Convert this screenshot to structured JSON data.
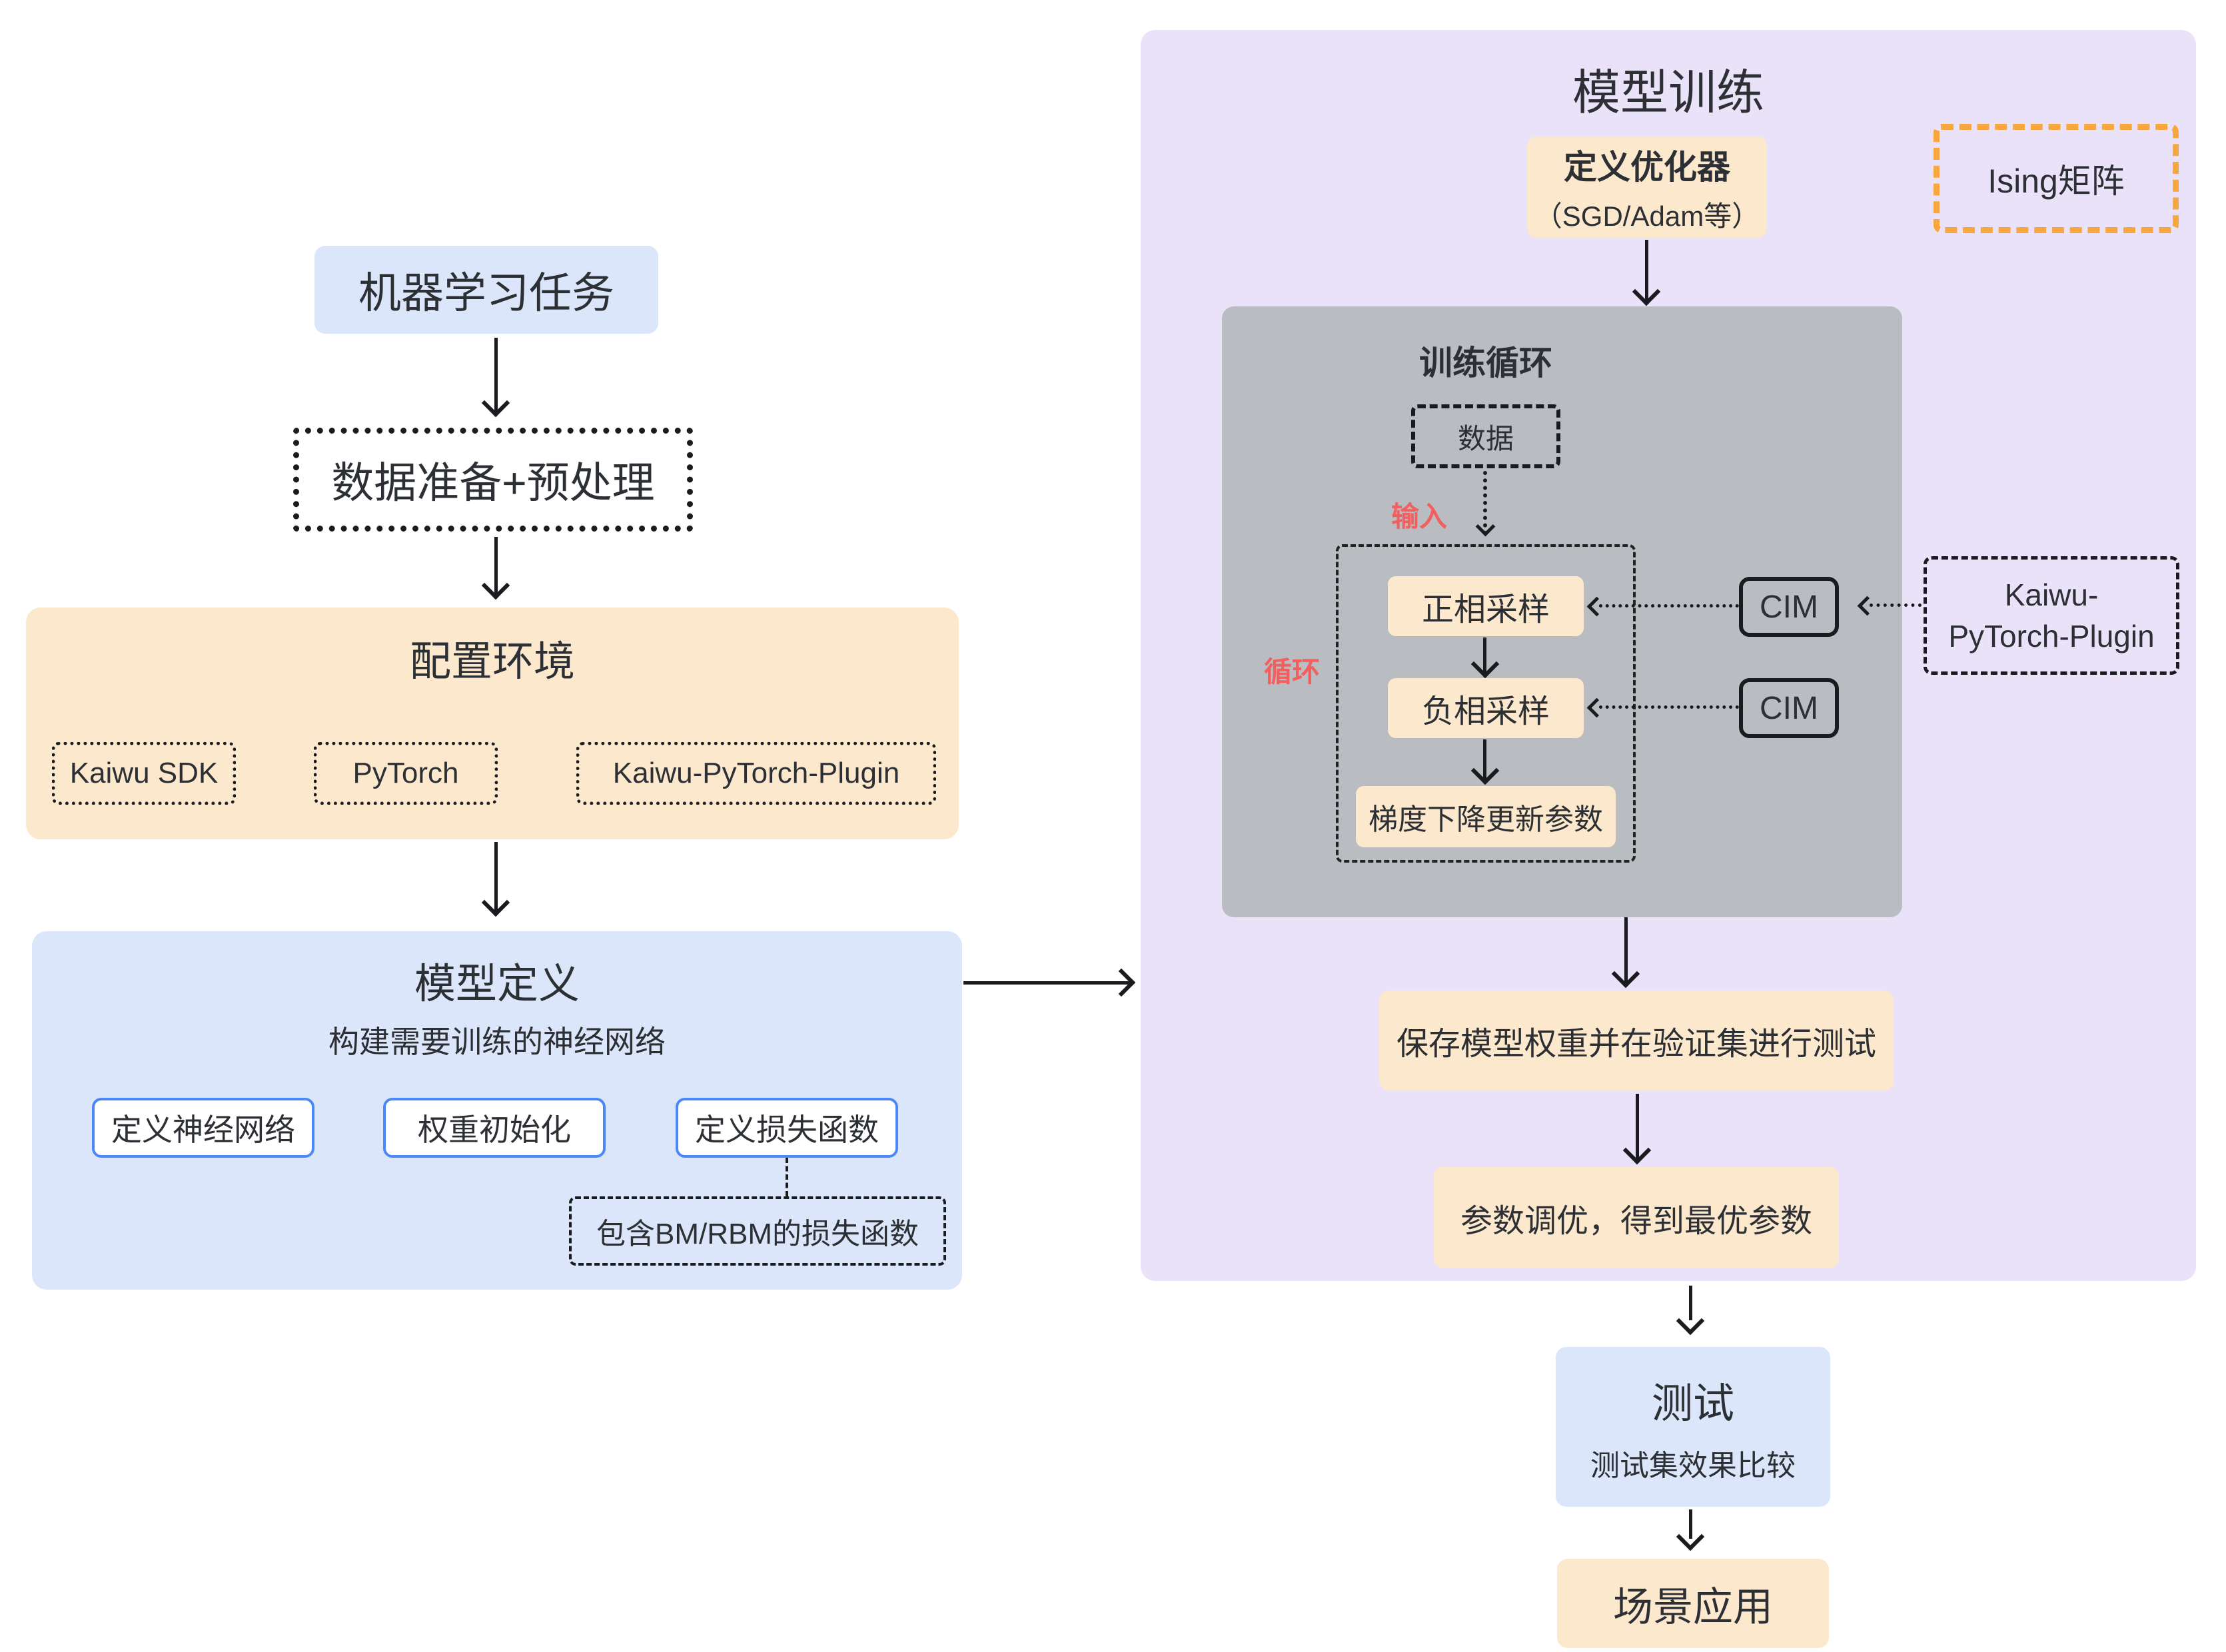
{
  "colors": {
    "blue_fill": "#dbe6fb",
    "orange_fill": "#fce8cd",
    "purple_fill": "#e9e2f9",
    "gray_fill": "#b9bcc1",
    "blue_border": "#4b87f8",
    "orange_border": "#f7a73e",
    "red_label": "#f15f5f",
    "ink": "#1a1b1e",
    "text": "#2c2f34"
  },
  "left_flow": {
    "ml_task": "机器学习任务",
    "data_prep": "数据准备+预处理",
    "env": {
      "title": "配置环境",
      "items": [
        "Kaiwu SDK",
        "PyTorch",
        "Kaiwu-PyTorch-Plugin"
      ]
    },
    "model_def": {
      "title": "模型定义",
      "subtitle": "构建需要训练的神经网络",
      "items": [
        "定义神经网络",
        "权重初始化",
        "定义损失函数"
      ],
      "loss_note": "包含BM/RBM的损失函数"
    }
  },
  "training": {
    "title": "模型训练",
    "optimizer": {
      "title": "定义优化器",
      "subtitle": "（SGD/Adam等）"
    },
    "ising": "Ising矩阵",
    "loop": {
      "title": "训练循环",
      "data": "数据",
      "input_label": "输入",
      "loop_label": "循环",
      "positive": "正相采样",
      "negative": "负相采样",
      "gradient": "梯度下降更新参数",
      "cim_top": "CIM",
      "cim_bottom": "CIM"
    },
    "plugin": "Kaiwu-PyTorch-Plugin",
    "save": "保存模型权重并在验证集进行测试",
    "tune": "参数调优，得到最优参数"
  },
  "output_flow": {
    "test": {
      "title": "测试",
      "subtitle": "测试集效果比较"
    },
    "apply": "场景应用"
  }
}
